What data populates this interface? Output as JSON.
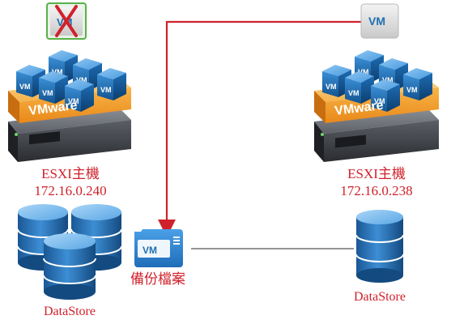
{
  "diagram": {
    "vm_label": "VM",
    "vmware_brand": "VMware",
    "left_host": {
      "title": "ESXI主機",
      "ip": "172.16.0.240",
      "vm_status": "removed",
      "datastore_label": "DataStore"
    },
    "right_host": {
      "title": "ESXI主機",
      "ip": "172.16.0.238",
      "datastore_label": "DataStore"
    },
    "backup_file": {
      "label": "備份檔案",
      "vm_label": "VM"
    },
    "colors": {
      "label_red": "#d0212b",
      "arrow_red": "#d0212b",
      "vm_blue": "#1f6fb0",
      "vmware_orange": "#f5a12a",
      "server_dark": "#3a3d42",
      "disk_blue": "#1f5f9e",
      "connector_gray": "#555555",
      "x_mark_red": "#d0212b"
    },
    "icons": {
      "removed_vm": "x-mark-icon",
      "backup": "backup-file-icon",
      "storage": "database-icon"
    }
  }
}
